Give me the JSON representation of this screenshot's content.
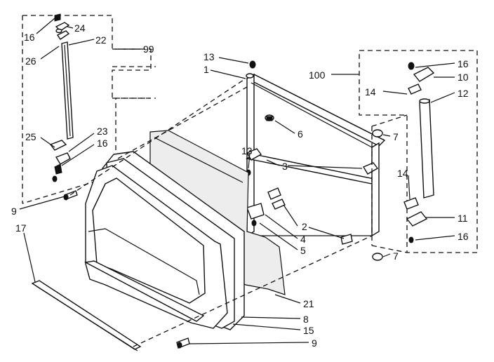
{
  "diagram": {
    "callouts": [
      {
        "id": "16a",
        "text": "16"
      },
      {
        "id": "24",
        "text": "24"
      },
      {
        "id": "22",
        "text": "22"
      },
      {
        "id": "26",
        "text": "26"
      },
      {
        "id": "99",
        "text": "99"
      },
      {
        "id": "25",
        "text": "25"
      },
      {
        "id": "23",
        "text": "23"
      },
      {
        "id": "16b",
        "text": "16"
      },
      {
        "id": "9a",
        "text": "9"
      },
      {
        "id": "17",
        "text": "17"
      },
      {
        "id": "13a",
        "text": "13"
      },
      {
        "id": "1",
        "text": "1"
      },
      {
        "id": "6",
        "text": "6"
      },
      {
        "id": "13b",
        "text": "13"
      },
      {
        "id": "3",
        "text": "3"
      },
      {
        "id": "2",
        "text": "2"
      },
      {
        "id": "4",
        "text": "4"
      },
      {
        "id": "5",
        "text": "5"
      },
      {
        "id": "100",
        "text": "100"
      },
      {
        "id": "16c",
        "text": "16"
      },
      {
        "id": "10",
        "text": "10"
      },
      {
        "id": "14a",
        "text": "14"
      },
      {
        "id": "12",
        "text": "12"
      },
      {
        "id": "7a",
        "text": "7"
      },
      {
        "id": "14b",
        "text": "14"
      },
      {
        "id": "11",
        "text": "11"
      },
      {
        "id": "16d",
        "text": "16"
      },
      {
        "id": "7b",
        "text": "7"
      },
      {
        "id": "21",
        "text": "21"
      },
      {
        "id": "8",
        "text": "8"
      },
      {
        "id": "15",
        "text": "15"
      },
      {
        "id": "9b",
        "text": "9"
      }
    ]
  }
}
